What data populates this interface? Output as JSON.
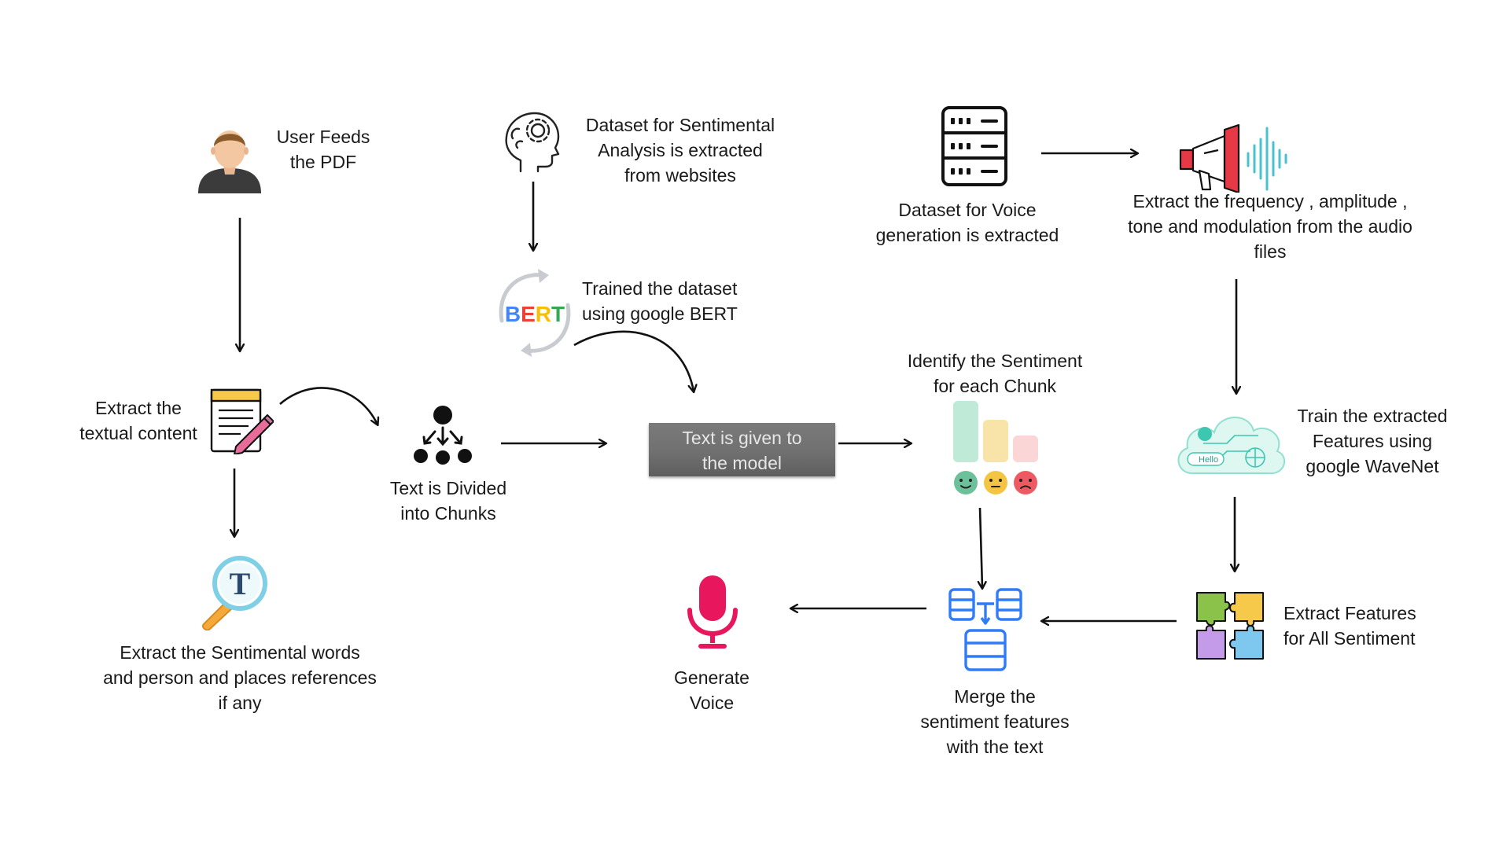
{
  "nodes": {
    "user_feeds": "User Feeds\nthe PDF",
    "dataset_sentiment": "Dataset for Sentimental\nAnalysis is extracted\nfrom websites",
    "dataset_voice": "Dataset for Voice\ngeneration is extracted",
    "extract_audio": "Extract the frequency , amplitude ,\ntone and modulation from the audio\nfiles",
    "trained_bert": "Trained the dataset\nusing google BERT",
    "bert_logo": "BERT",
    "extract_textual": "Extract the\ntextual content",
    "divided_chunks": "Text is Divided\ninto Chunks",
    "given_to_model": "Text is given to\nthe model",
    "identify_sentiment": "Identify the Sentiment\nfor each Chunk",
    "train_wavenet": "Train the extracted\nFeatures using\ngoogle WaveNet",
    "hello_bubble": "Hello",
    "extract_sentimental_words": "Extract the Sentimental words\nand person and places references\nif any",
    "generate_voice": "Generate\nVoice",
    "merge_features": "Merge the\nsentiment features\nwith the text",
    "extract_features_all": "Extract Features\nfor All Sentiment"
  },
  "icons": {
    "user": "user-avatar-icon",
    "brain": "brain-gear-icon",
    "server": "server-icon",
    "megaphone": "megaphone-soundwave-icon",
    "bert": "bert-cycle-icon",
    "notepad": "notepad-pencil-icon",
    "hierarchy": "hierarchy-icon",
    "sentiment_bars": "sentiment-bars-icon",
    "wavenet": "wavenet-cloud-icon",
    "text_search": "text-magnifier-icon",
    "microphone": "microphone-icon",
    "database_merge": "database-merge-icon",
    "puzzle": "puzzle-icon"
  },
  "colors": {
    "arrow": "#111111",
    "bert_b": "#4285F4",
    "bert_e": "#EA4335",
    "bert_r": "#FBBC05",
    "bert_t": "#34A853",
    "mic": "#E8175D",
    "db_blue": "#2F7CF6",
    "bar_green": "#BFEAD8",
    "bar_yellow": "#F8E3A8",
    "bar_pink": "#FAD6D6",
    "megaphone_red": "#E53946",
    "wave_teal": "#46C3CF",
    "model_box": "#707070"
  }
}
